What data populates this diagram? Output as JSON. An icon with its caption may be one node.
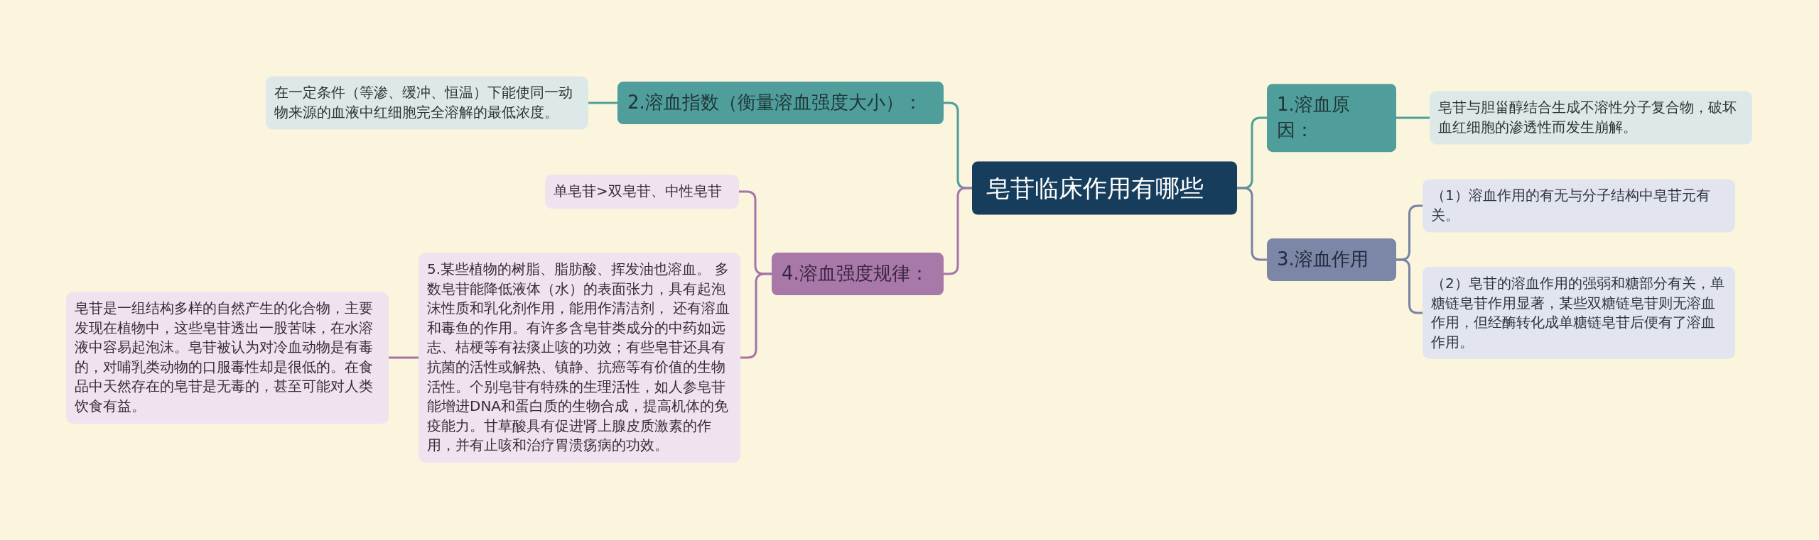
{
  "diagram": {
    "nodes": [
      {
        "text": [
          "皂苷临床作用有哪些"
        ]
      },
      {
        "text": [
          "2.溶血指数（衡量溶血强度大小）："
        ]
      },
      {
        "text": [
          "在一定条件（等渗、缓冲、恒温）下能使同一动物来源的血液中红细胞完全溶解的最低浓度。"
        ]
      },
      {
        "text": [
          "4.溶血强度规律："
        ]
      },
      {
        "text": [
          "单皂苷>双皂苷、中性皂苷"
        ]
      },
      {
        "text": [
          "5.某些植物的树脂、脂肪酸、挥发油也溶血。 多数皂苷能降低液体（水）的表面张力，具有起泡沫性质和乳化剂作用，能用作清洁剂， 还有溶血和毒鱼的作用。有许多含皂苷类成分的中药如远志、桔梗等有祛痰止咳的功效；有些皂苷还具有抗菌的活性或解热、镇静、抗癌等有价值的生物活性。个别皂苷有特殊的生理活性，如人参皂苷能增进DNA和蛋白质的生物合成，提高机体的免疫能力。甘草酸具有促进肾上腺皮质激素的作用，并有止咳和治疗胃溃疡病的功效。"
        ]
      },
      {
        "text": [
          "皂苷是一组结构多样的自然产生的化合物，主要发现在植物中，这些皂苷透出一股苦味，在水溶液中容易起泡沫。皂苷被认为对冷血动物是有毒的，对哺乳类动物的口服毒性却是很低的。在食品中天然存在的皂苷是无毒的，甚至可能对人类饮食有益。"
        ]
      },
      {
        "text": [
          "1.溶血原因："
        ]
      },
      {
        "text": [
          "皂苷与胆甾醇结合生成不溶性分子复合物，破坏血红细胞的渗透性而发生崩解。"
        ]
      },
      {
        "text": [
          "3.溶血作用"
        ]
      },
      {
        "text": [
          "（1）溶血作用的有无与分子结构中皂苷元有关。"
        ]
      },
      {
        "text": [
          "（2）皂苷的溶血作用的强弱和糖部分有关，单糖链皂苷作用显著，某些双糖链皂苷则无溶血作用，但经酶转化成单糖链皂苷后便有了溶血作用。"
        ]
      }
    ],
    "edges": [
      {
        "from": 0,
        "to": 1,
        "arrow": "none",
        "color": "#4f9e9c"
      },
      {
        "from": 1,
        "to": 2,
        "arrow": "none",
        "color": "#4f9e9c"
      },
      {
        "from": 0,
        "to": 3,
        "arrow": "none",
        "color": "#a574a8"
      },
      {
        "from": 3,
        "to": 4,
        "arrow": "none",
        "color": "#a574a8"
      },
      {
        "from": 3,
        "to": 5,
        "arrow": "none",
        "color": "#a574a8"
      },
      {
        "from": 5,
        "to": 6,
        "arrow": "none",
        "color": "#a574a8"
      },
      {
        "from": 0,
        "to": 7,
        "arrow": "none",
        "color": "#4f9e9c"
      },
      {
        "from": 7,
        "to": 8,
        "arrow": "none",
        "color": "#4f9e9c"
      },
      {
        "from": 0,
        "to": 9,
        "arrow": "none",
        "color": "#7683a3"
      },
      {
        "from": 9,
        "to": 10,
        "arrow": "none",
        "color": "#7683a3"
      },
      {
        "from": 9,
        "to": 11,
        "arrow": "none",
        "color": "#7683a3"
      }
    ]
  }
}
